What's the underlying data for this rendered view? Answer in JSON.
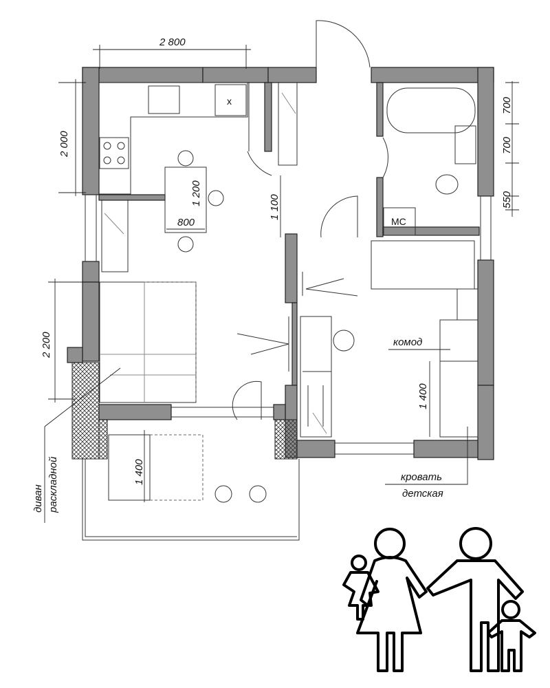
{
  "dimensions": {
    "kitchen_width": "2 800",
    "kitchen_depth": "2 000",
    "table_length": "1 200",
    "table_width": "800",
    "corridor": "1 100",
    "bath_1": "700",
    "bath_2": "700",
    "bath_3": "550",
    "living_depth": "2 200",
    "balcony_bed": "1 400",
    "kids_bed": "1 400"
  },
  "labels": {
    "fridge_mark": "х",
    "washing_machine": "МС",
    "dresser": "комод",
    "kids_bed_line1": "кровать",
    "kids_bed_line2": "детская",
    "sofa_line1": "диван",
    "sofa_line2": "раскладной"
  },
  "colors": {
    "wall": "#8f8f8f",
    "line": "#222222"
  },
  "icons": [
    "family-icon"
  ]
}
